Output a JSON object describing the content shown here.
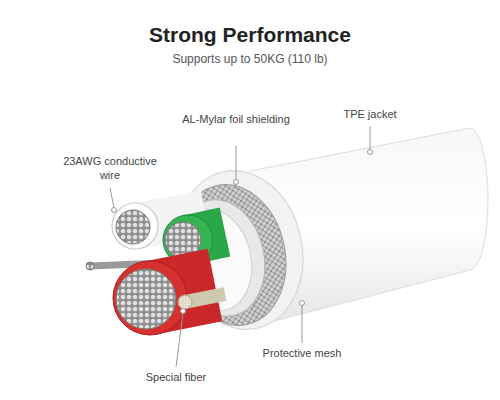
{
  "diagram": {
    "title": "Strong Performance",
    "labels": [
      "Supports up to 50KG (110 lb)",
      "TPE jacket",
      "AL-Mylar foil shielding",
      "23AWG conductive wire",
      "Protective mesh",
      "Special fiber"
    ]
  }
}
